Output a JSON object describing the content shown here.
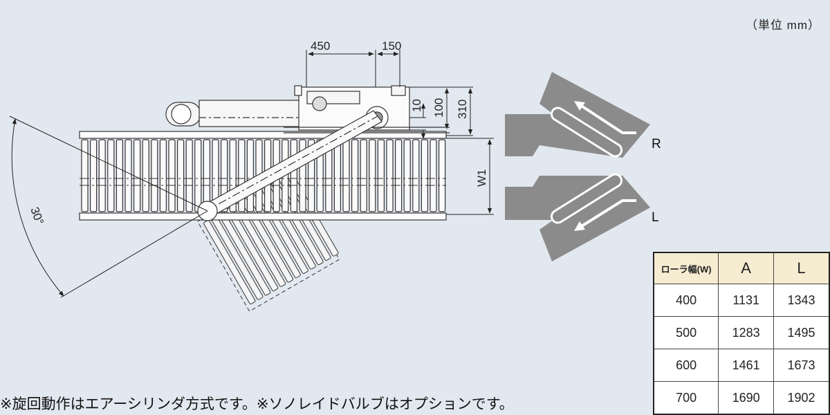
{
  "unit_label": "（単位 mm）",
  "dimensions": {
    "d450": "450",
    "d150": "150",
    "d10": "10",
    "d100": "100",
    "d310": "310",
    "w1": "W1",
    "angle": "30°"
  },
  "direction_labels": {
    "right": "R",
    "left": "L"
  },
  "colors": {
    "background": "#e2e8ef",
    "diagram_gray": "#8b8b8b",
    "table_header": "#f6ecd2"
  },
  "table": {
    "headers": [
      "ローラ幅(W)",
      "A",
      "L"
    ],
    "rows": [
      [
        "400",
        "1131",
        "1343"
      ],
      [
        "500",
        "1283",
        "1495"
      ],
      [
        "600",
        "1461",
        "1673"
      ],
      [
        "700",
        "1690",
        "1902"
      ]
    ]
  },
  "footnote": "※旋回動作はエアーシリンダ方式です。※ソノレイドバルブはオプションです。"
}
